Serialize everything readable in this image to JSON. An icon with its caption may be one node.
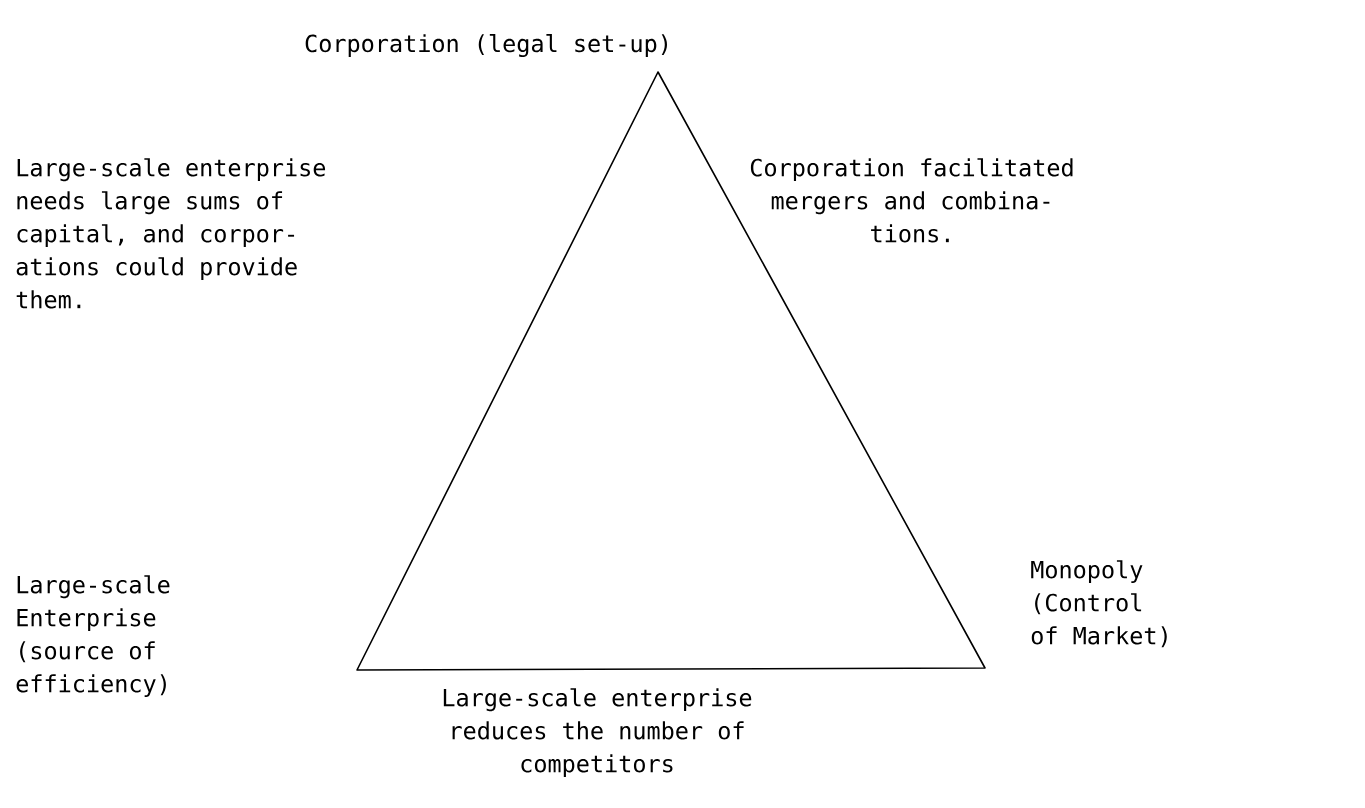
{
  "diagram": {
    "nodes": [
      {
        "text": [],
        "shape": "triangle"
      }
    ],
    "labels": [
      "Corporation (legal set-up)",
      "Large-scale enterprise needs large sums of capital, and corpor- ations could provide them.",
      "Corporation facilitated mergers and combina- tions.",
      "Large-scale Enterprise (source of efficiency)",
      "Monopoly (Control of Market)",
      "Large-scale enterprise reduces the number of competitors"
    ]
  }
}
